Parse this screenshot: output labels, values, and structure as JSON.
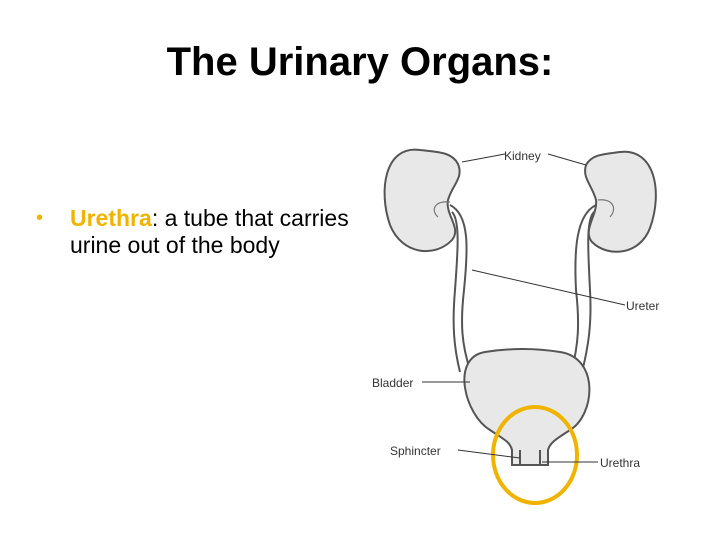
{
  "slide": {
    "title": "The Urinary Organs:",
    "bullet": {
      "marker": "•",
      "term": "Urethra",
      "text": ": a tube that carries urine out of the body"
    }
  },
  "diagram": {
    "labels": {
      "kidney": "Kidney",
      "ureter": "Ureter",
      "bladder": "Bladder",
      "sphincter": "Sphincter",
      "urethra": "Urethra"
    },
    "highlight_color": "#f0b400"
  }
}
